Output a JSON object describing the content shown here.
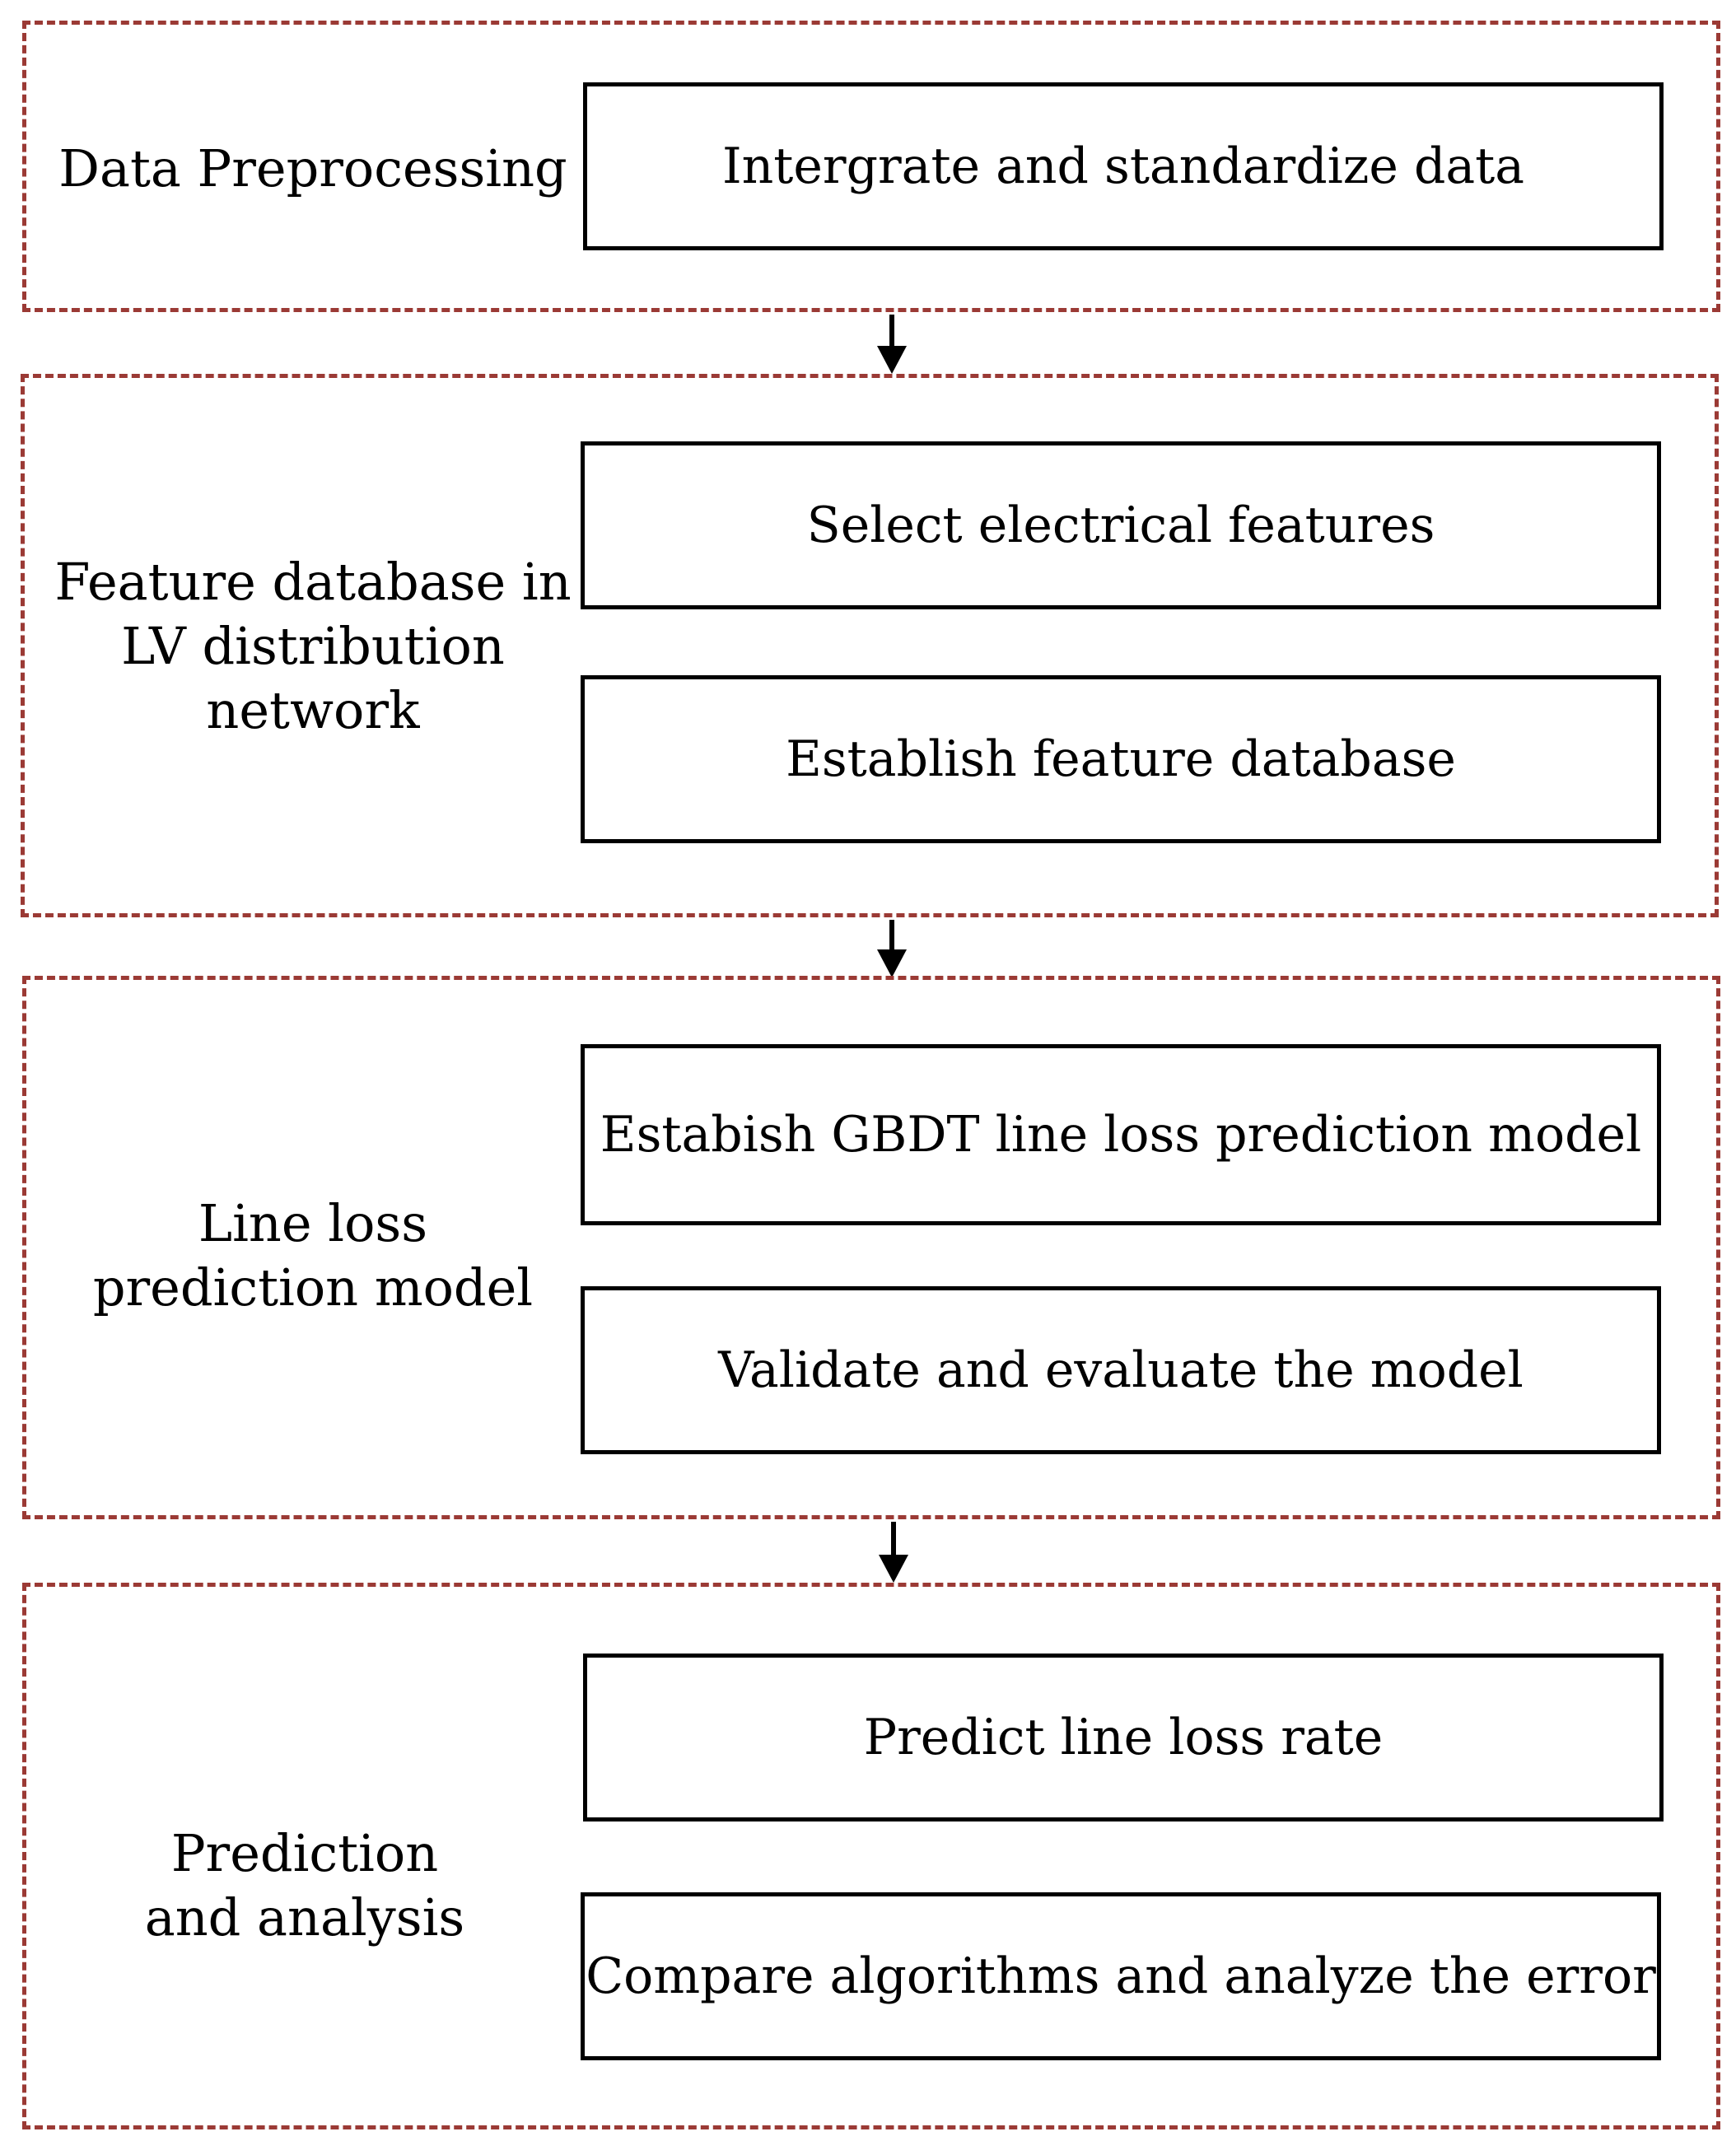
{
  "colors": {
    "dashed_border": "#9b3a35",
    "box_border": "#000000",
    "arrow": "#000000"
  },
  "sections": [
    {
      "label": "Data Preprocessing",
      "steps": [
        "Intergrate and standardize data"
      ]
    },
    {
      "label": "Feature database in\nLV distribution\nnetwork",
      "steps": [
        "Select electrical features",
        "Establish feature database"
      ]
    },
    {
      "label": "Line loss\nprediction model",
      "steps": [
        "Estabish GBDT line loss prediction model",
        "Validate and evaluate the model"
      ]
    },
    {
      "label": "Prediction\nand analysis",
      "steps": [
        "Predict line loss rate",
        "Compare algorithms and analyze the error"
      ]
    }
  ]
}
